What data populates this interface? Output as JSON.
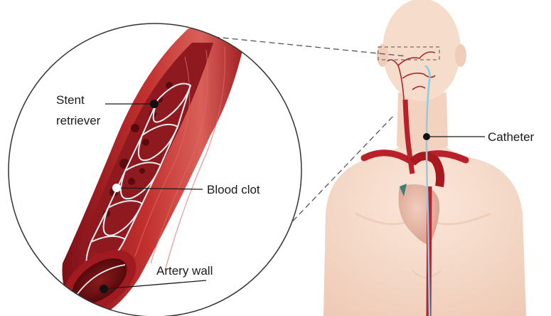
{
  "labels": {
    "stent_line1": "Stent",
    "stent_line2": "retriever",
    "blood_clot": "Blood clot",
    "artery_wall": "Artery wall",
    "catheter": "Catheter"
  },
  "colors": {
    "skin": "#f6dccb",
    "skin_shade": "#efc9b4",
    "artery": "#b8202a",
    "artery_light": "#d6544f",
    "artery_dark": "#7c0f16",
    "catheter": "#8ccde6",
    "stent": "#e6eef2",
    "heart": "#e8b8a8",
    "leader": "#1a1a1a"
  }
}
